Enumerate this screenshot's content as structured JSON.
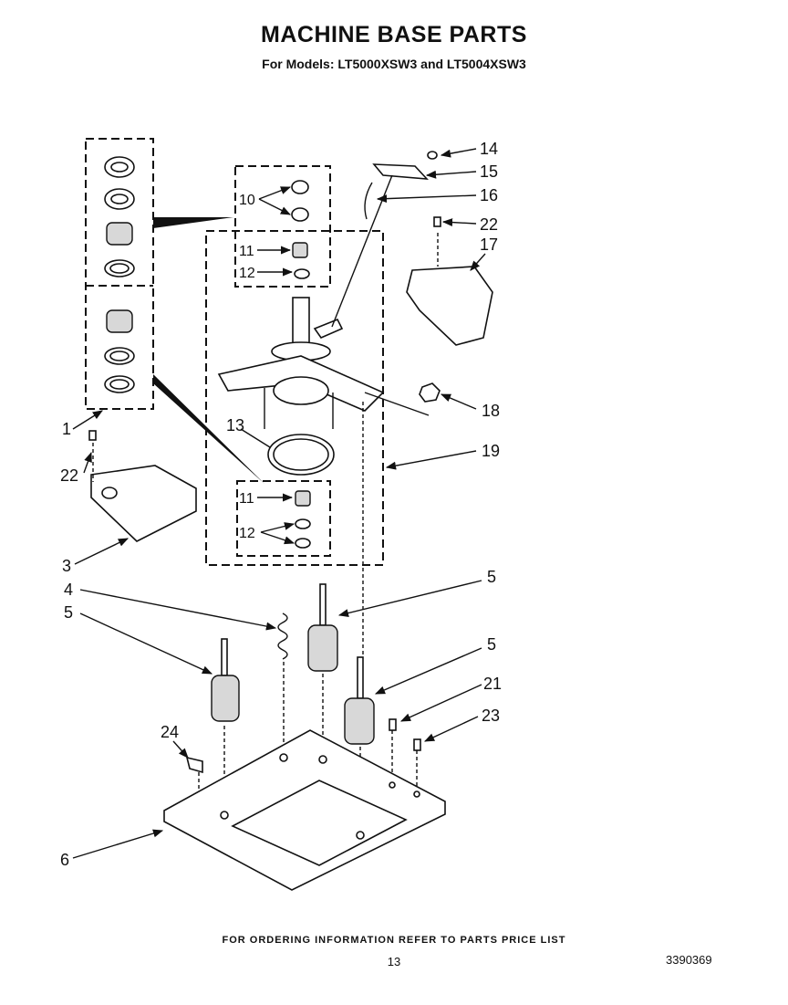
{
  "title": "MACHINE BASE PARTS",
  "subtitle": "For Models: LT5000XSW3 and LT5004XSW3",
  "footer": "FOR ORDERING INFORMATION REFER TO PARTS PRICE LIST",
  "page_number": "13",
  "document_number": "3390369",
  "callouts": {
    "c14": "14",
    "c15": "15",
    "c16": "16",
    "c22a": "22",
    "c17": "17",
    "c10": "10",
    "c11a": "11",
    "c12a": "12",
    "c18": "18",
    "c1": "1",
    "c22b": "22",
    "c13": "13",
    "c19": "19",
    "c11b": "11",
    "c12b": "12",
    "c3": "3",
    "c4": "4",
    "c5a": "5",
    "c5b": "5",
    "c5c": "5",
    "c21": "21",
    "c23": "23",
    "c24": "24",
    "c6": "6"
  }
}
